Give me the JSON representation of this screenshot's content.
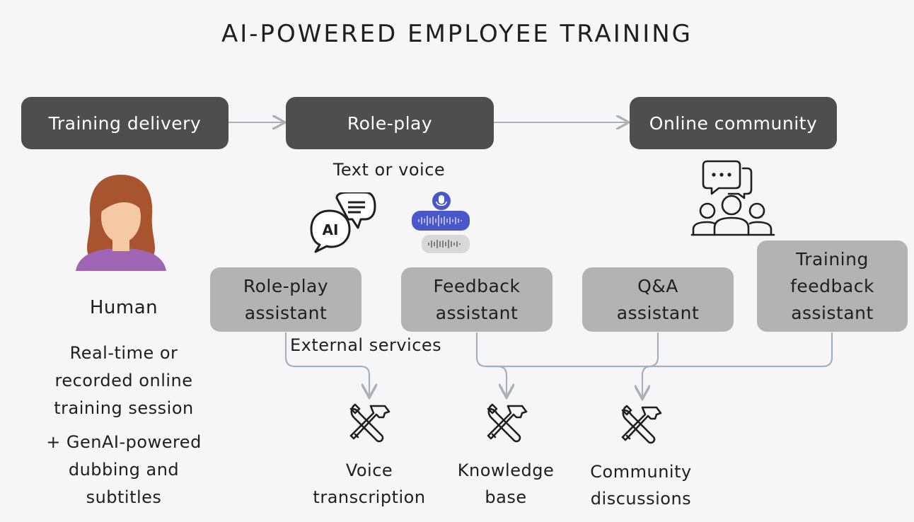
{
  "title": "AI-POWERED EMPLOYEE TRAINING",
  "stages": [
    {
      "label": "Training delivery"
    },
    {
      "label": "Role-play"
    },
    {
      "label": "Online community"
    }
  ],
  "roleplay_mode": "Text or voice",
  "human": {
    "label": "Human",
    "description": [
      "Real-time or",
      "recorded online",
      "training session"
    ],
    "extra": [
      "+ GenAI-powered",
      "dubbing and",
      "subtitles"
    ]
  },
  "ai_badge": "AI",
  "assistants": [
    {
      "line1": "Role-play",
      "line2": "assistant"
    },
    {
      "line1": "Feedback",
      "line2": "assistant"
    },
    {
      "line1": "Q&A",
      "line2": "assistant"
    },
    {
      "line1": "Training",
      "line2": "feedback",
      "line3": "assistant"
    }
  ],
  "external_services_label": "External services",
  "services": [
    {
      "line1": "Voice",
      "line2": "transcription",
      "icon": "tools-icon"
    },
    {
      "line1": "Knowledge",
      "line2": "base",
      "icon": "tools-icon"
    },
    {
      "line1": "Community",
      "line2": "discussions",
      "icon": "tools-icon"
    }
  ],
  "colors": {
    "dark_box": "#4e4e4e",
    "grey_box": "#b3b3b3",
    "connector": "#a9b0b6",
    "voice_icon": "#4a57c9",
    "skin": "#f5c9a3",
    "hair": "#a8552f",
    "shirt": "#a065b5"
  }
}
